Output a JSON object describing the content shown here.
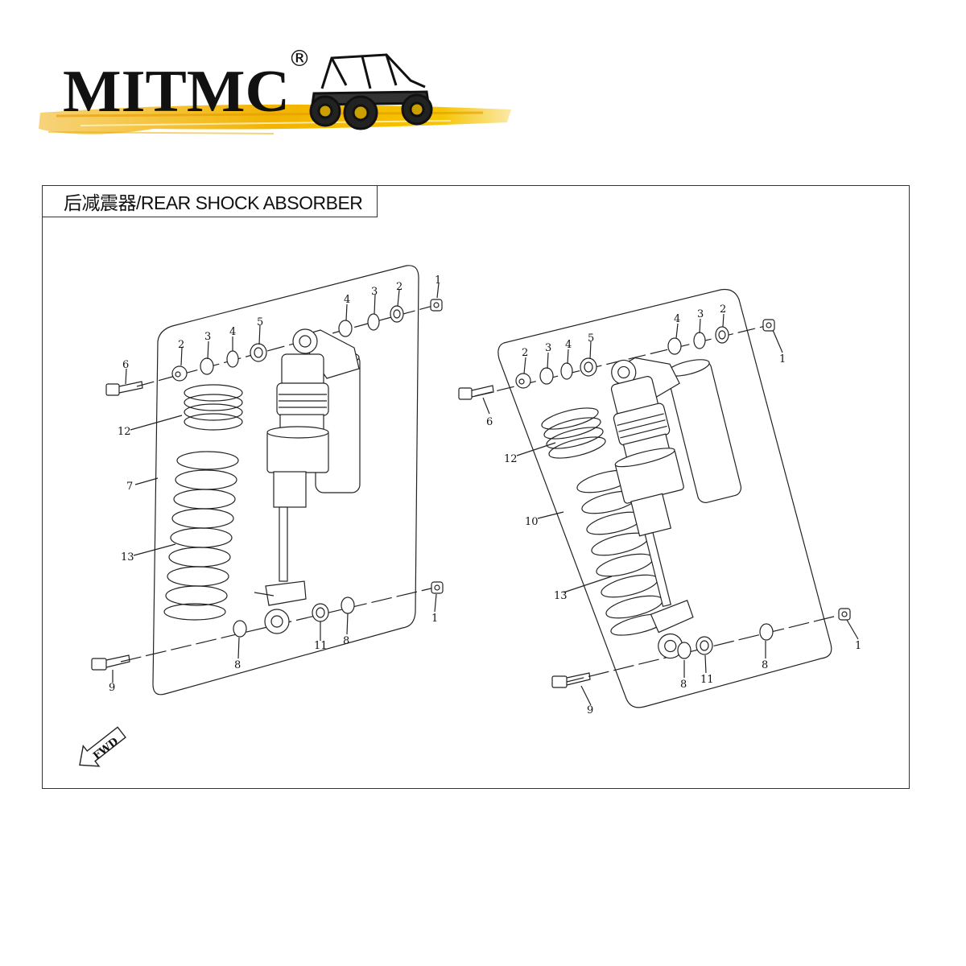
{
  "logo": {
    "wordmark": "MITMC",
    "registered_mark": "®",
    "graphic": "utv-buggy-icon"
  },
  "title": "后减震器/REAR SHOCK ABSORBER",
  "fwd_label": "FWD",
  "left_assembly_callouts": [
    "1",
    "2",
    "3",
    "4",
    "1",
    "5",
    "4",
    "3",
    "2",
    "6",
    "12",
    "7",
    "13",
    "11",
    "8",
    "8",
    "9"
  ],
  "right_assembly_callouts": [
    "4",
    "3",
    "2",
    "1",
    "2",
    "3",
    "4",
    "5",
    "6",
    "12",
    "10",
    "13",
    "1",
    "8",
    "8",
    "11",
    "9"
  ],
  "colors": {
    "line": "#222222",
    "logo_text": "#111111",
    "logo_brush": "#f2b400",
    "logo_brush_dark": "#e08a00"
  }
}
